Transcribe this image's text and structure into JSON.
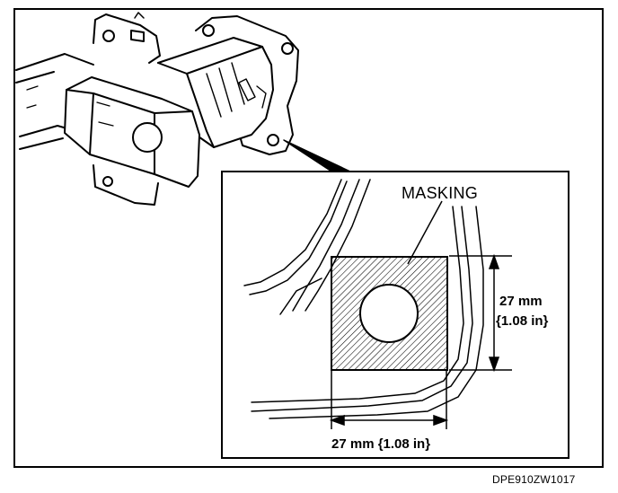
{
  "labels": {
    "masking": "MASKING",
    "vertical_mm": "27 mm",
    "vertical_in": "{1.08 in}",
    "horizontal": "27 mm {1.08 in}",
    "figure_code": "DPE910ZW1017"
  },
  "colors": {
    "ink": "#000000",
    "paper": "#ffffff"
  }
}
